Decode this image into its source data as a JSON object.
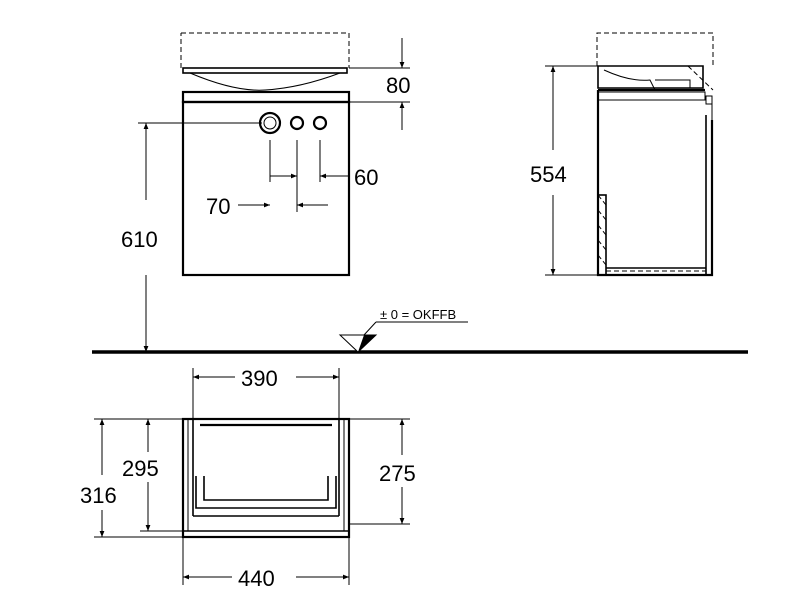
{
  "dimensions": {
    "basin_height": "80",
    "tap_spacing_right": "60",
    "tap_spacing_left": "70",
    "mount_height": "610",
    "side_height": "554",
    "inner_width": "390",
    "depth_outer": "316",
    "depth_mid": "295",
    "depth_inner": "275",
    "total_width": "440"
  },
  "floor_reference": "± 0 = OKFFB"
}
